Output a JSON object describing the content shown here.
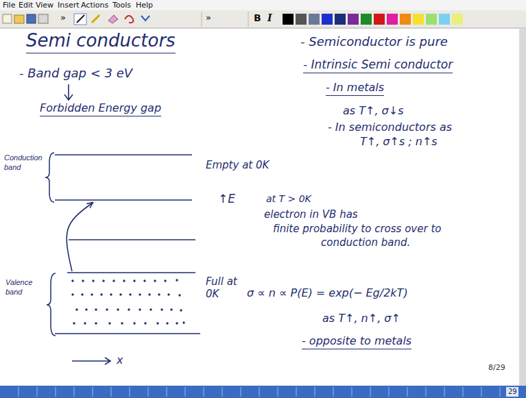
{
  "diagram": {
    "title": "Semi conductors",
    "nodes": [
      {
        "text": [
          "Conduction band"
        ]
      },
      {
        "text": [
          "Valence band"
        ]
      }
    ],
    "edges": [
      {
        "from": 1,
        "to": 0,
        "arrow": "to"
      }
    ],
    "labels": [
      "File",
      "Edit",
      "View",
      "Insert",
      "Actions",
      "Tools",
      "Help",
      "»",
      "»",
      "B",
      "I",
      "- Band gap < 3 eV",
      "Forbidden Energy gap",
      "- Semiconductor is pure",
      "- Intrinsic Semi conductor",
      "- In metals",
      "as T↑, σ↓s",
      "- In semiconductors as",
      "T↑, σ↑s ; n↑s",
      "Empty at 0K",
      "↑E",
      "at T > 0K",
      "electron in VB has",
      "finite probability to cross over to",
      "conduction band.",
      "Full at 0K",
      "σ ∝ n ∝ P(E) = exp(− Eg/2kT)",
      "as T↑, n↑, σ↑",
      "- opposite to metals",
      "x",
      "8/29",
      "29"
    ]
  }
}
